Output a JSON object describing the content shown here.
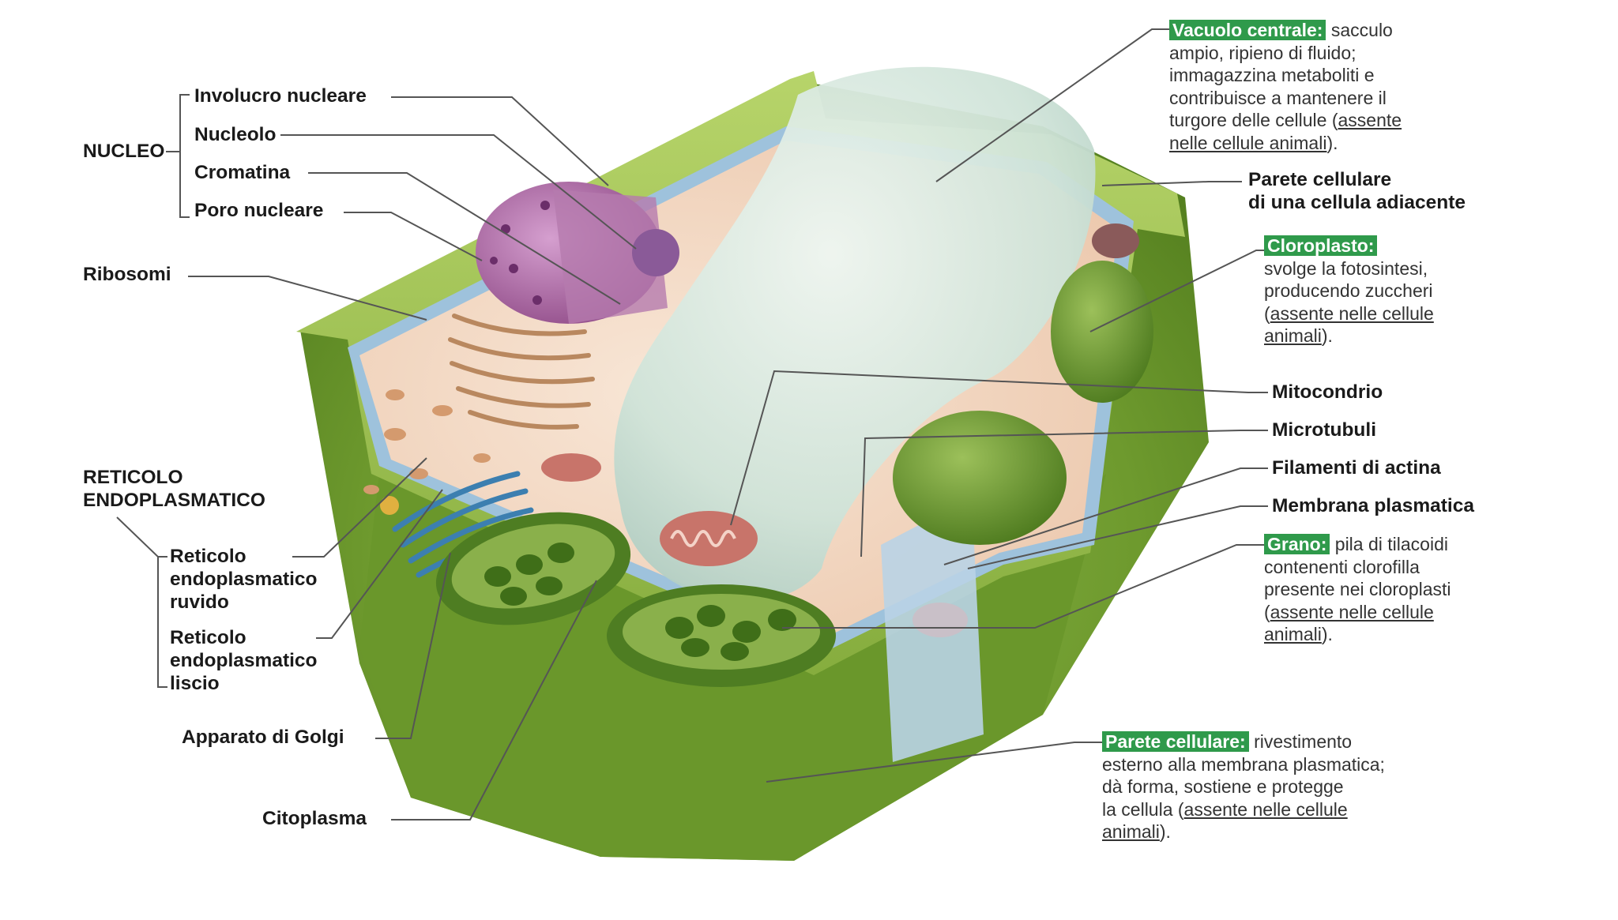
{
  "groups": {
    "nucleo": "NUCLEO",
    "reticolo_line1": "RETICOLO",
    "reticolo_line2": "ENDOPLASMATICO"
  },
  "left_labels": {
    "involucro": "Involucro nucleare",
    "nucleolo": "Nucleolo",
    "cromatina": "Cromatina",
    "poro": "Poro nucleare",
    "ribosomi": "Ribosomi",
    "rer_1": "Reticolo",
    "rer_2": "endoplasmatico",
    "rer_3": "ruvido",
    "ser_1": "Reticolo",
    "ser_2": "endoplasmatico",
    "ser_3": "liscio",
    "golgi": "Apparato di Golgi",
    "citoplasma": "Citoplasma"
  },
  "right_labels": {
    "parete_adj_1": "Parete cellulare",
    "parete_adj_2": "di una cellula adiacente",
    "mitocondrio": "Mitocondrio",
    "microtubuli": "Microtubuli",
    "actina": "Filamenti di actina",
    "membrana": "Membrana plasmatica"
  },
  "callouts": {
    "vacuolo": {
      "tag": "Vacuolo centrale:",
      "l1": "sacculo",
      "l2": "ampio, ripieno di fluido;",
      "l3": "immagazzina metaboliti e",
      "l4": "contribuisce a mantenere il",
      "l5a": "turgore delle cellule (",
      "l5b": "assente",
      "l6a": "nelle cellule animali",
      "l6b": ")."
    },
    "cloroplasto": {
      "tag": "Cloroplasto:",
      "l1": "svolge la fotosintesi,",
      "l2": "producendo zuccheri",
      "l3a": "(",
      "l3b": "assente nelle cellule",
      "l4a": "animali",
      "l4b": ")."
    },
    "grano": {
      "tag": "Grano:",
      "l1": "pila di tilacoidi",
      "l2": "contenenti clorofilla",
      "l3": "presente nei cloroplasti",
      "l4a": "(",
      "l4b": "assente nelle cellule",
      "l5a": "animali",
      "l5b": ")."
    },
    "parete": {
      "tag": "Parete cellulare:",
      "l1": "rivestimento",
      "l2": "esterno alla membrana plasmatica;",
      "l3": "dà forma, sostiene e protegge",
      "l4a": "la cellula (",
      "l4b": "assente nelle cellule",
      "l5a": "animali",
      "l5b": ")."
    }
  },
  "colors": {
    "wall_green": "#6e9a2e",
    "wall_light": "#a9c95a",
    "membrane_blue": "#9ec2dc",
    "cytoplasm": "#f2d6c0",
    "vacuole": "#d2e6df",
    "nucleus": "#a86aa0",
    "chloroplast": "#5f8f2a",
    "mitochondrion": "#c8746a",
    "tag_green": "#2f9a4b",
    "leader": "#555555"
  }
}
